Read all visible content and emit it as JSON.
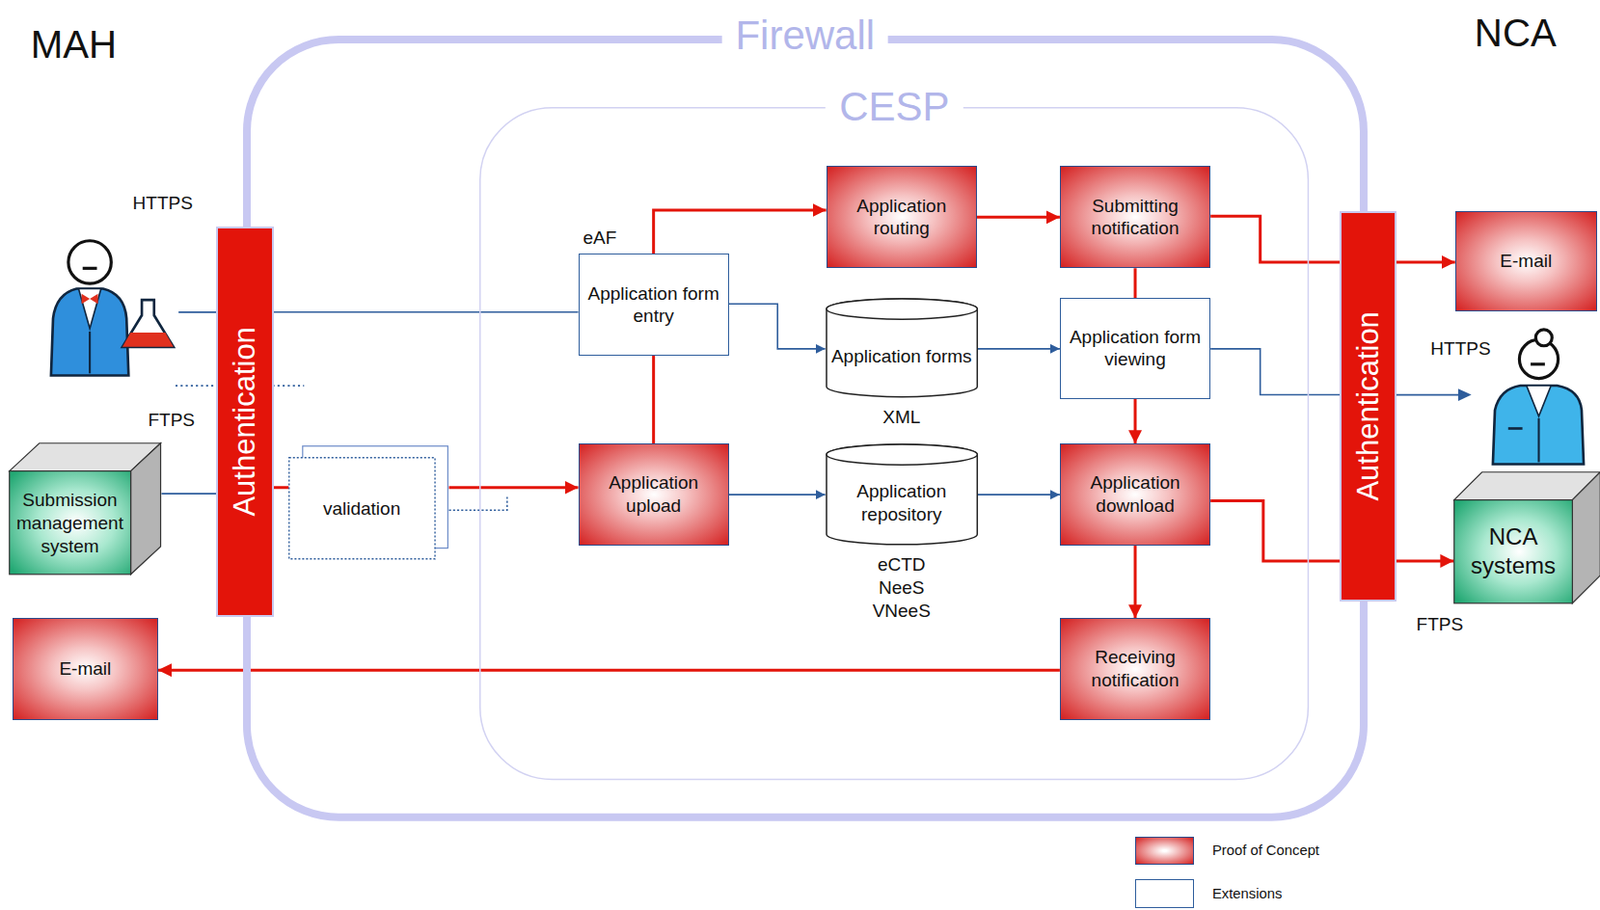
{
  "diagram": {
    "nodes": [
      {
        "text": [
          "Firewall"
        ]
      },
      {
        "text": [
          "CESP"
        ],
        "in": 0
      },
      {
        "text": [
          "Authentication"
        ]
      },
      {
        "text": [
          "Authentication"
        ]
      },
      {
        "text": [
          "Application routing"
        ],
        "in": 1
      },
      {
        "text": [
          "Submitting notification"
        ],
        "in": 1
      },
      {
        "text": [
          "eAF",
          "Application form entry"
        ],
        "in": 1
      },
      {
        "text": [
          "Application forms",
          "XML"
        ],
        "in": 1
      },
      {
        "text": [
          "Application form viewing"
        ],
        "in": 1
      },
      {
        "text": [
          "validation"
        ],
        "in": 0
      },
      {
        "text": [
          "Application upload"
        ],
        "in": 1
      },
      {
        "text": [
          "Application repository",
          "eCTD NeeS VNeeS"
        ],
        "in": 1
      },
      {
        "text": [
          "Application download"
        ],
        "in": 1
      },
      {
        "text": [
          "Receiving notification"
        ],
        "in": 1
      },
      {
        "text": [
          "E-mail"
        ]
      },
      {
        "text": [
          "NCA systems"
        ]
      },
      {
        "text": [
          "Submission management system"
        ]
      },
      {
        "text": [
          "E-mail"
        ]
      }
    ],
    "edges": [
      {
        "from": 2,
        "to": 6,
        "arrow": "none"
      },
      {
        "from": 16,
        "to": 2,
        "arrow": "none"
      },
      {
        "from": 2,
        "to": 9,
        "arrow": "none"
      },
      {
        "from": 9,
        "to": 10,
        "arrow": "to"
      },
      {
        "from": 6,
        "to": 7,
        "arrow": "to"
      },
      {
        "from": 7,
        "to": 8,
        "arrow": "to"
      },
      {
        "from": 8,
        "to": 3,
        "arrow": "none"
      },
      {
        "from": 10,
        "to": 11,
        "arrow": "to"
      },
      {
        "from": 11,
        "to": 12,
        "arrow": "to"
      },
      {
        "from": 10,
        "to": 4,
        "arrow": "to"
      },
      {
        "from": 4,
        "to": 5,
        "arrow": "to"
      },
      {
        "from": 5,
        "to": 12,
        "arrow": "to"
      },
      {
        "from": 5,
        "to": 14,
        "arrow": "to"
      },
      {
        "from": 12,
        "to": 15,
        "arrow": "to"
      },
      {
        "from": 12,
        "to": 13,
        "arrow": "to"
      },
      {
        "from": 13,
        "to": 17,
        "arrow": "to"
      }
    ],
    "labels": [
      "MAH",
      "NCA",
      "HTTPS",
      "FTPS",
      "HTTPS",
      "FTPS"
    ],
    "legend": [
      {
        "text": "Proof of Concept",
        "color": "#d42020"
      },
      {
        "text": "Extensions"
      }
    ]
  }
}
